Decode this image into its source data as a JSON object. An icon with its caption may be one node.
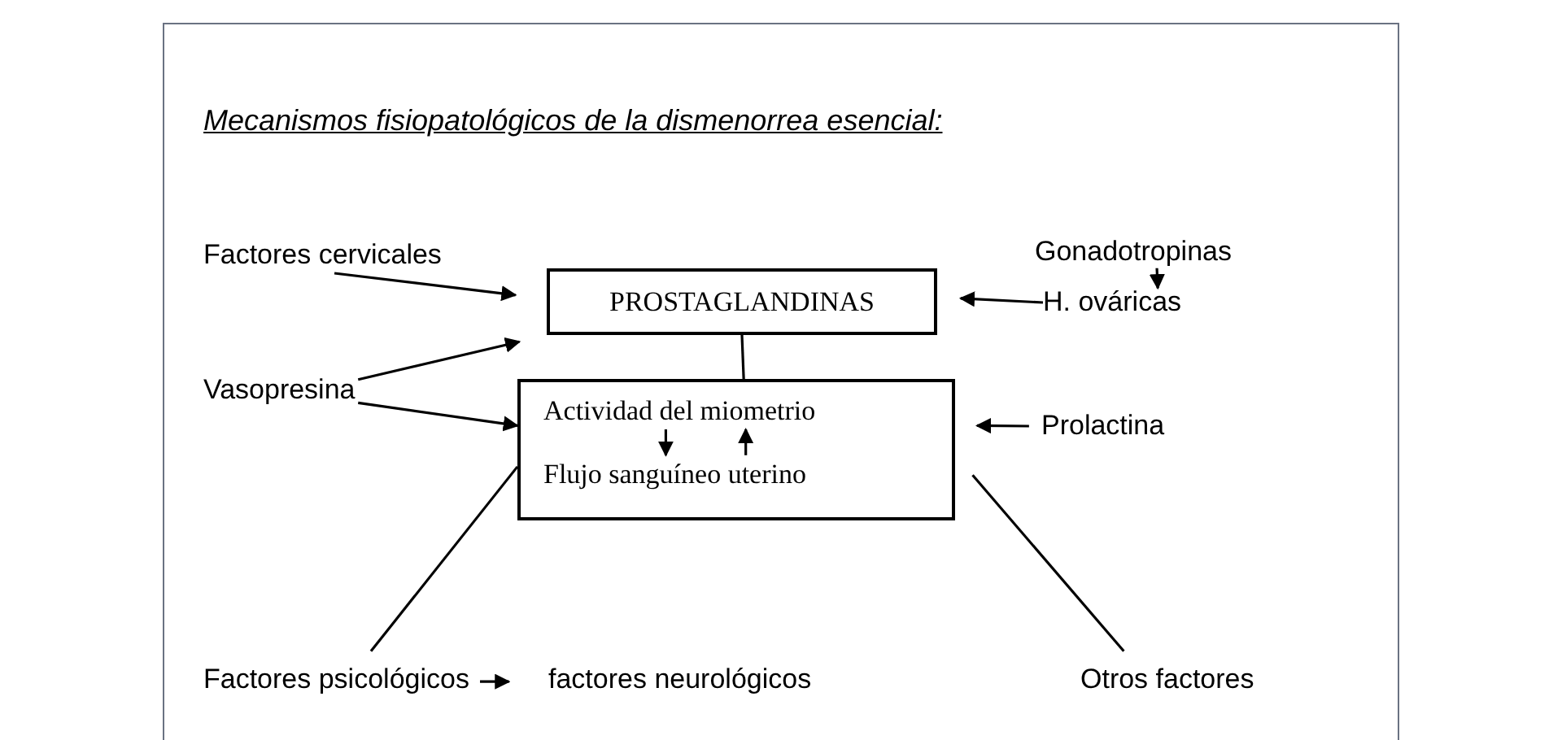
{
  "diagram": {
    "title": "Mecanismos fisiopatológicos de la dismenorrea esencial:",
    "nodes": [
      {
        "text": [
          "Factores cervicales"
        ]
      },
      {
        "text": [
          "Gonadotropinas"
        ]
      },
      {
        "text": [
          "PROSTAGLANDINAS"
        ]
      },
      {
        "text": [
          "H. ováricas"
        ]
      },
      {
        "text": [
          "Vasopresina"
        ]
      },
      {
        "text": [],
        "shape": "box"
      },
      {
        "text": [
          "Actividad del miometrio"
        ],
        "in": 5
      },
      {
        "text": [
          "Flujo sanguíneo uterino"
        ],
        "in": 5
      },
      {
        "text": [
          "Prolactina"
        ]
      },
      {
        "text": [
          "Factores psicológicos"
        ]
      },
      {
        "text": [
          "factores neurológicos"
        ]
      },
      {
        "text": [
          "Otros factores"
        ]
      }
    ],
    "edges": [
      {
        "from": 0,
        "to": 2,
        "arrow": "to"
      },
      {
        "from": 1,
        "to": 3,
        "arrow": "to"
      },
      {
        "from": 3,
        "to": 2,
        "arrow": "to"
      },
      {
        "from": 4,
        "to": 2,
        "arrow": "to"
      },
      {
        "from": 4,
        "to": 5,
        "arrow": "to"
      },
      {
        "from": 2,
        "to": 5,
        "arrow": "none"
      },
      {
        "from": 8,
        "to": 5,
        "arrow": "to"
      },
      {
        "from": 9,
        "to": 5,
        "arrow": "none"
      },
      {
        "from": 11,
        "to": 5,
        "arrow": "none"
      },
      {
        "from": 6,
        "to": 7,
        "arrow": "to"
      },
      {
        "from": 7,
        "to": 6,
        "arrow": "to"
      },
      {
        "from": 9,
        "to": 10,
        "arrow": "to"
      }
    ]
  }
}
